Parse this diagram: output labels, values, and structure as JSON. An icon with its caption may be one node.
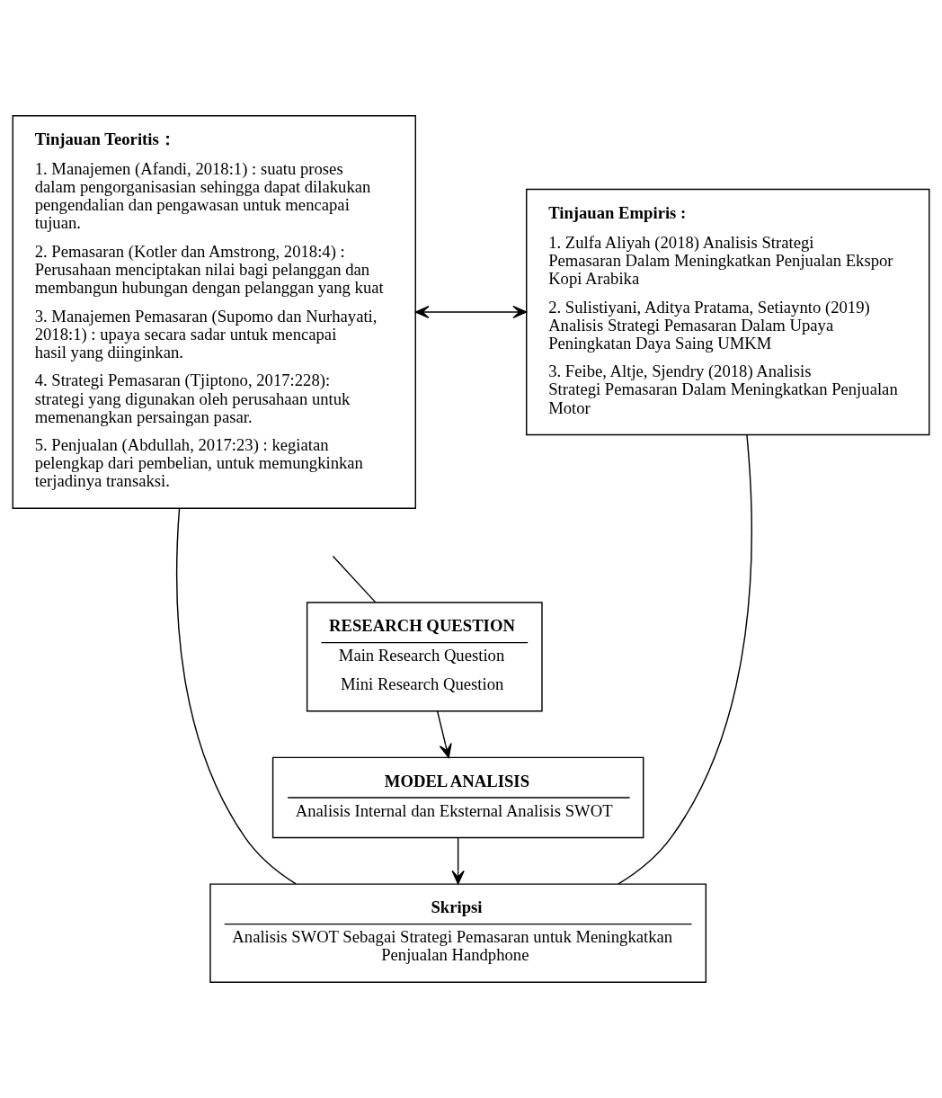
{
  "diagram": {
    "nodes": [
      {
        "text": [
          "Tinjauan Teoritis：",
          "1. Manajemen (Afandi, 2018:1) : suatu proses dalam pengorganisasian sehingga dapat dilakukan pengendalian dan pengawasan untuk mencapai tujuan.",
          "2. Pemasaran (Kotler dan Amstrong, 2018:4) : Perusahaan menciptakan nilai bagi pelanggan dan membangun hubungan dengan pelanggan yang kuat",
          "3. Manajemen Pemasaran (Supomo dan Nurhayati, 2018:1) : upaya secara sadar untuk mencapai hasil yang diinginkan.",
          "4. Strategi Pemasaran (Tjiptono, 2017:228): strategi yang digunakan oleh perusahaan untuk memenangkan persaingan pasar.",
          "5. Penjualan (Abdullah, 2017:23) : kegiatan pelengkap dari pembelian, untuk memungkinkan terjadinya transaksi."
        ]
      },
      {
        "text": [
          "Tinjauan Empiris :",
          "1. Zulfa Aliyah (2018) Analisis Strategi Pemasaran Dalam Meningkatkan Penjualan Ekspor Kopi Arabika",
          "2. Sulistiyani, Aditya Pratama, Setiaynto (2019) Analisis Strategi Pemasaran Dalam Upaya Peningkatan Daya Saing UMKM",
          "3. Feibe, Altje, Sjendry (2018) Analisis Strategi Pemasaran Dalam Meningkatkan Penjualan Motor"
        ]
      },
      {
        "text": [
          "RESEARCH QUESTION",
          "Main Research Question",
          "Mini Research Question"
        ]
      },
      {
        "text": [
          "MODEL ANALISIS",
          "Analisis Internal dan Eksternal Analisis SWOT"
        ]
      },
      {
        "text": [
          "Skripsi",
          "Analisis SWOT Sebagai Strategi Pemasaran untuk Meningkatkan Penjualan Handphone"
        ]
      }
    ],
    "edges": [
      {
        "from": 0,
        "to": 1,
        "arrow": "both"
      },
      {
        "from": null,
        "to": 2,
        "arrow": "none"
      },
      {
        "from": 2,
        "to": 3,
        "arrow": "to"
      },
      {
        "from": 3,
        "to": 4,
        "arrow": "to"
      },
      {
        "from": 0,
        "to": 4,
        "arrow": "none"
      },
      {
        "from": 1,
        "to": 4,
        "arrow": "none"
      }
    ]
  }
}
